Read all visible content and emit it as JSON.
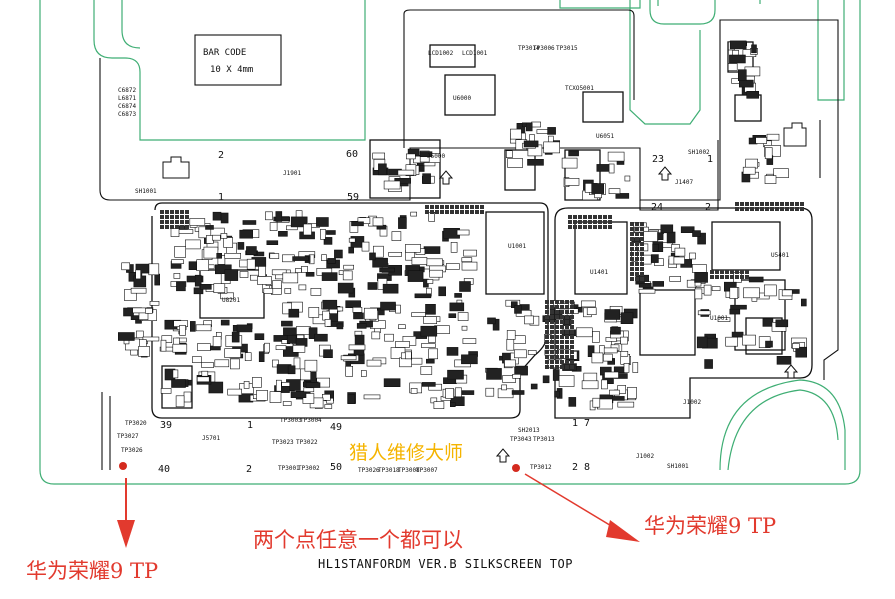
{
  "board": {
    "title": "HL1STANFORDM VER.B SILKSCREEN TOP",
    "watermark": "猎人维修大师",
    "barcode_box": {
      "line1": "BAR CODE",
      "line2": "10 X 4mm"
    }
  },
  "annotations": {
    "test_point_left": "华为荣耀9 TP",
    "test_point_right": "华为荣耀9 TP",
    "note": "两个点任意一个都可以"
  },
  "connector_pins": {
    "j1901_top_left": "2",
    "j1901_top_right": "60",
    "j1901_bottom_left": "1",
    "j1901_bottom_right": "59",
    "right_conn_23": "23",
    "right_conn_1": "1",
    "right_conn_24": "24",
    "right_conn_2": "2",
    "bottom_39": "39",
    "bottom_1": "1",
    "bottom_49": "49",
    "bottom_40": "40",
    "bottom_2": "2",
    "bottom_50": "50",
    "bottom_17": "1 7",
    "bottom_28": "2 8"
  },
  "colors": {
    "outline": "#3fae74",
    "silkscreen": "#111111",
    "annotation": "#e23a2e",
    "watermark": "#f5b400"
  }
}
